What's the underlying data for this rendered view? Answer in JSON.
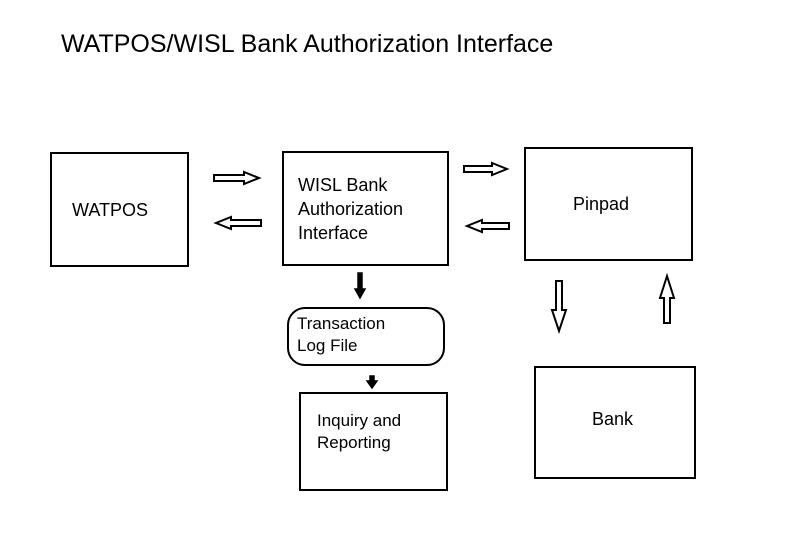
{
  "title": "WATPOS/WISL Bank Authorization Interface",
  "nodes": {
    "watpos": {
      "lines": [
        "WATPOS"
      ]
    },
    "wisl": {
      "lines": [
        "WISL Bank",
        "Authorization",
        "Interface"
      ]
    },
    "pinpad": {
      "lines": [
        "Pinpad"
      ]
    },
    "log": {
      "lines": [
        "Transaction",
        "Log File"
      ]
    },
    "inquiry": {
      "lines": [
        "Inquiry and",
        "Reporting"
      ]
    },
    "bank": {
      "lines": [
        "Bank"
      ]
    }
  },
  "edges": [
    {
      "from": "watpos",
      "to": "wisl"
    },
    {
      "from": "wisl",
      "to": "watpos"
    },
    {
      "from": "wisl",
      "to": "pinpad"
    },
    {
      "from": "pinpad",
      "to": "wisl"
    },
    {
      "from": "wisl",
      "to": "log"
    },
    {
      "from": "log",
      "to": "inquiry"
    },
    {
      "from": "pinpad",
      "to": "bank"
    },
    {
      "from": "bank",
      "to": "pinpad"
    }
  ]
}
